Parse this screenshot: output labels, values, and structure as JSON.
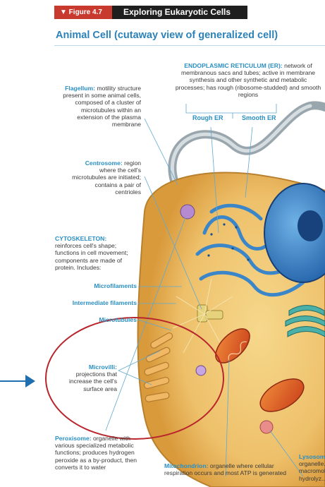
{
  "figure": {
    "number": "▼ Figure 4.7",
    "title": "Exploring Eukaryotic Cells"
  },
  "heading": "Animal Cell (cutaway view of generalized cell)",
  "er": {
    "term": "ENDOPLASMIC RETICULUM (ER):",
    "desc": "network of membranous sacs and tubes; active in membrane synthesis and other synthetic and metabolic processes; has rough (ribosome-studded) and smooth regions",
    "rough": "Rough ER",
    "smooth": "Smooth ER"
  },
  "flagellum": {
    "term": "Flagellum:",
    "desc": "motility structure present in some animal cells, composed of a cluster of microtubules within an extension of the plasma membrane"
  },
  "centrosome": {
    "term": "Centrosome:",
    "desc": "region where the cell's microtubules are initiated; contains a pair of centrioles"
  },
  "cytoskeleton": {
    "term": "CYTOSKELETON:",
    "desc": "reinforces cell's shape; functions in cell movement; components are made of protein. Includes:",
    "microfilaments": "Microfilaments",
    "intermediate": "Intermediate filaments",
    "microtubules": "Microtubules"
  },
  "microvilli": {
    "term": "Microvilli:",
    "desc": "projections that increase the cell's surface area"
  },
  "peroxisome": {
    "term": "Peroxisome:",
    "desc": "organelle with various specialized metabolic functions; produces hydrogen peroxide as a by-product, then converts it to water"
  },
  "mitochondrion": {
    "term": "Mitochondrion:",
    "desc": "organelle where cellular respiration occurs and most ATP is generated"
  },
  "lysosome": {
    "term": "Lysosome:",
    "desc": "organelle... macromol... hydrolyz..."
  },
  "colors": {
    "accent_blue": "#2a8fc1",
    "figure_red": "#c8392e",
    "highlight_circle": "#b8262c",
    "arrow_blue": "#1f6fb0"
  }
}
